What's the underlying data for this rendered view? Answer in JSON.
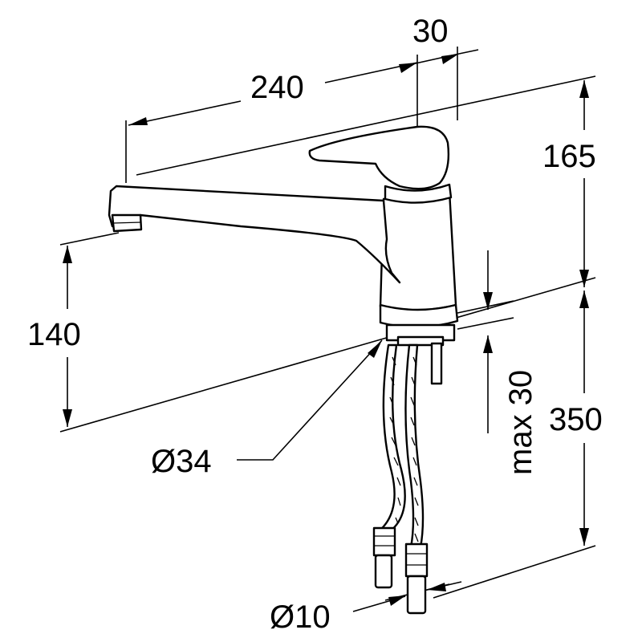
{
  "dimensions": {
    "spout_reach": "240",
    "lever_offset": "30",
    "height_above_spout": "165",
    "spout_height": "140",
    "hose_length": "350",
    "max_deck_thickness": "max 30",
    "base_diameter": "Ø34",
    "hose_connection": "Ø10"
  },
  "colors": {
    "ink": "#000000",
    "paper": "#ffffff"
  }
}
